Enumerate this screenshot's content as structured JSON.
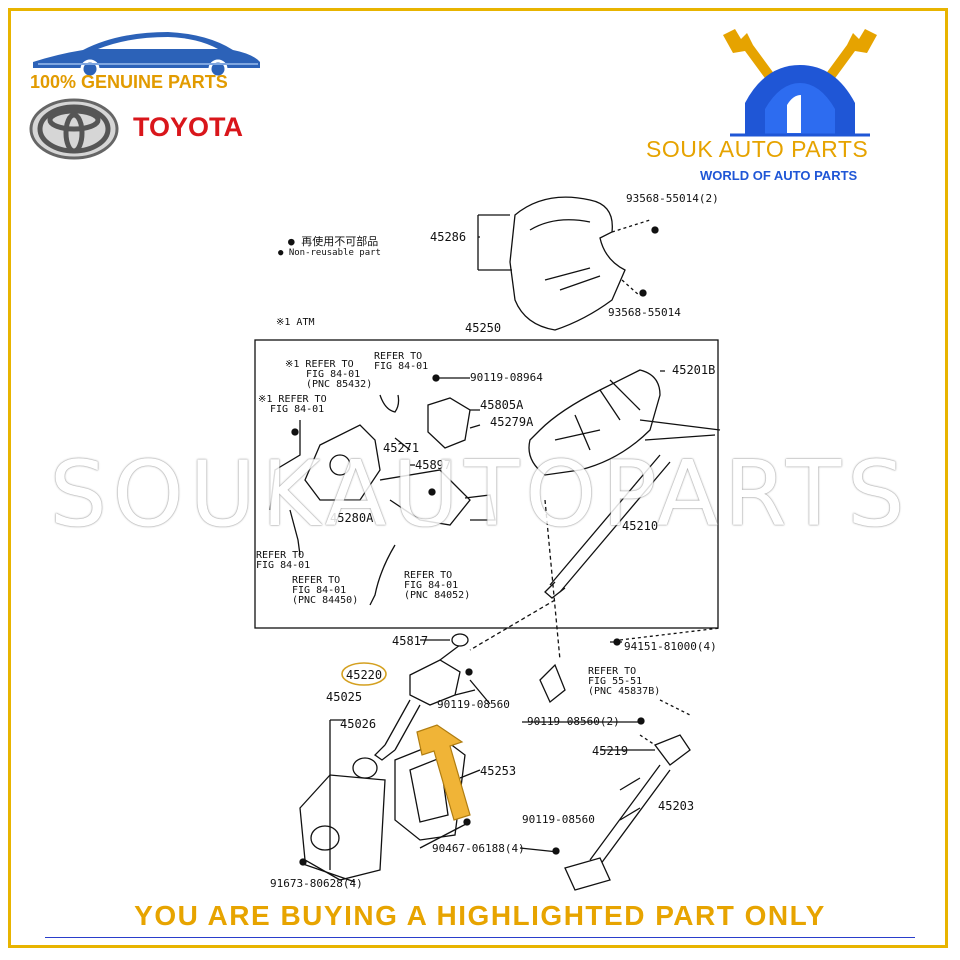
{
  "header": {
    "genuine": "100% GENUINE PARTS",
    "brand": "TOYOTA",
    "shop_name": "SOUK AUTO PARTS",
    "shop_tagline": "WORLD OF AUTO PARTS"
  },
  "watermark": "SOUKAUTOPARTS",
  "footer": "YOU ARE BUYING A HIGHLIGHTED PART ONLY",
  "legend": {
    "line1": "● 再使用不可部品",
    "line2": "● Non-reusable part",
    "note": "※1  ATM"
  },
  "parts": {
    "p45286": "45286",
    "p93568_2": "93568-55014(2)",
    "p93568": "93568-55014",
    "p45250": "45250",
    "p45201B": "45201B",
    "p90119_08964": "90119-08964",
    "p45805A": "45805A",
    "p45279A": "45279A",
    "p45271": "45271",
    "p45897": "45897",
    "p45280A": "45280A",
    "p45210": "45210",
    "p45817": "45817",
    "p94151": "94151-81000(4)",
    "p45220": "45220",
    "p90119_08560a": "90119-08560",
    "p45025": "45025",
    "p45026": "45026",
    "p45253": "45253",
    "p90119_08560_2": "90119-08560(2)",
    "p45219": "45219",
    "p45203": "45203",
    "p90119_08560b": "90119-08560",
    "p90467": "90467-06188(4)",
    "p91673": "91673-80628(4)"
  },
  "refs": {
    "r1a": "※1 REFER TO",
    "r1b": "FIG 84-01",
    "r1c": "(PNC 85432)",
    "r2a": "REFER TO",
    "r2b": "FIG 84-01",
    "r3a": "※1 REFER TO",
    "r3b": "FIG 84-01",
    "r4a": "REFER TO",
    "r4b": "FIG 84-01",
    "r5a": "REFER TO",
    "r5b": "FIG 84-01",
    "r5c": "(PNC 84450)",
    "r6a": "REFER TO",
    "r6b": "FIG 84-01",
    "r6c": "(PNC 84052)",
    "r7a": "REFER TO",
    "r7b": "FIG 55-51",
    "r7c": "(PNC 45837B)"
  },
  "colors": {
    "accent_gold": "#e7a400",
    "toyota_red": "#d9161b",
    "shop_blue": "#1f56d6",
    "highlight_ring": "#d4a020",
    "arrow_fill": "#f0b437"
  },
  "icons": [
    "car-silhouette-icon",
    "toyota-emblem-icon",
    "wrench-icon",
    "shop-logo-icon",
    "highlight-arrow-icon"
  ]
}
